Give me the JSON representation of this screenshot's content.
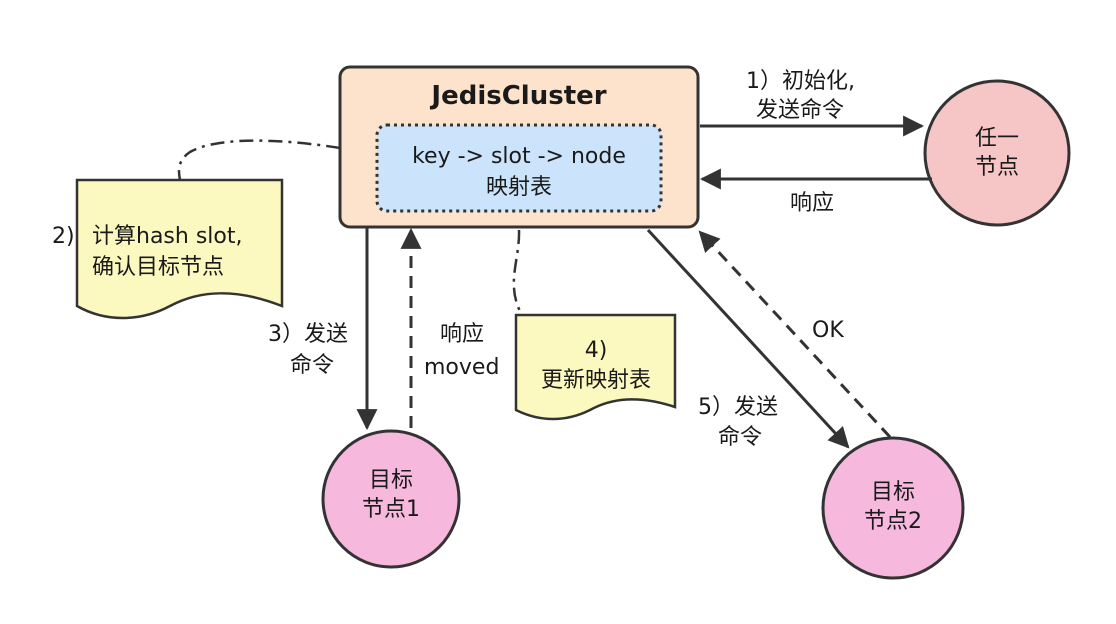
{
  "jedis_cluster": {
    "title": "JedisCluster",
    "mapping_line1": "key -> slot -> node",
    "mapping_line2": "映射表"
  },
  "nodes": {
    "any": {
      "line1": "任一",
      "line2": "节点"
    },
    "target1": {
      "line1": "目标",
      "line2": "节点1"
    },
    "target2": {
      "line1": "目标",
      "line2": "节点2"
    }
  },
  "notes": {
    "compute": {
      "line1": "计算hash slot,",
      "line2": "确认目标节点",
      "step": "2)"
    },
    "update": {
      "line1": "4)",
      "line2": "更新映射表"
    }
  },
  "labels": {
    "init_line1": "1）初始化,",
    "init_line2": "发送命令",
    "response_any": "响应",
    "send3_line1": "3）发送",
    "send3_line2": "命令",
    "moved_line1": "响应",
    "moved_line2": "moved",
    "ok": "OK",
    "send5_line1": "5）发送",
    "send5_line2": "命令"
  },
  "colors": {
    "cluster_fill": "#fde3cc",
    "mapping_fill": "#cce4fb",
    "node_fill_any": "#f6c6c6",
    "node_fill_target": "#f6b8dc",
    "note_fill": "#fbf9c0",
    "stroke": "#333333"
  }
}
